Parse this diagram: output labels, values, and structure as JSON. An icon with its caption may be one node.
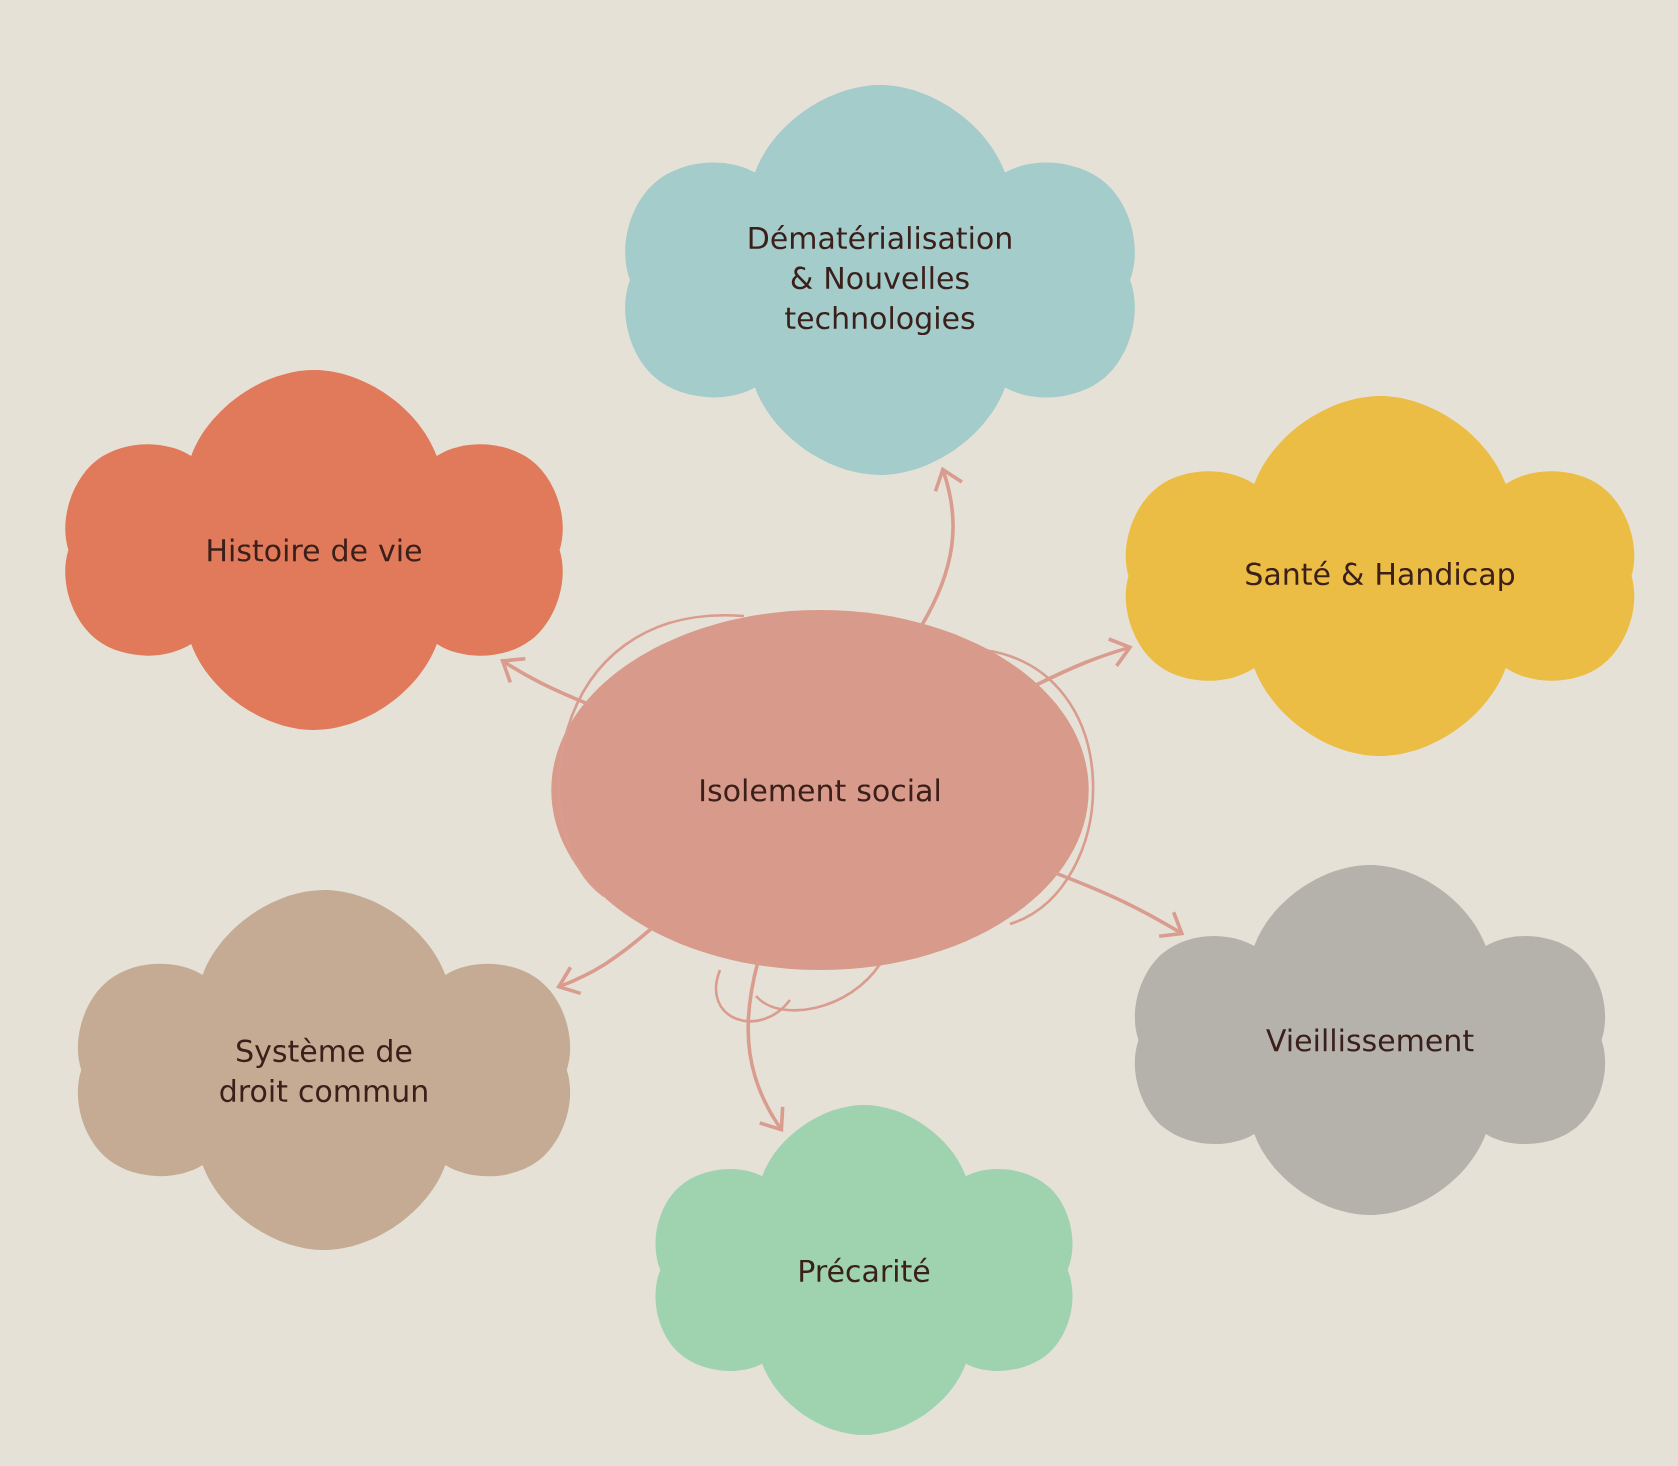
{
  "diagram": {
    "nodes": [
      {
        "text": [
          "Dématérialisation & Nouvelles technologies"
        ]
      },
      {
        "text": [
          "Histoire de vie"
        ]
      },
      {
        "text": [
          "Santé & Handicap"
        ]
      },
      {
        "text": [
          "Isolement social"
        ]
      },
      {
        "text": [
          "Système de droit commun"
        ]
      },
      {
        "text": [
          "Vieillissement"
        ]
      },
      {
        "text": [
          "Précarité"
        ]
      }
    ],
    "edges": [
      {
        "from": 3,
        "to": 0,
        "arrow": "to"
      },
      {
        "from": 3,
        "to": 2,
        "arrow": "to"
      },
      {
        "from": 3,
        "to": 1,
        "arrow": "to"
      },
      {
        "from": 3,
        "to": 4,
        "arrow": "to"
      },
      {
        "from": 3,
        "to": 6,
        "arrow": "to"
      },
      {
        "from": 3,
        "to": 5,
        "arrow": "to"
      }
    ]
  }
}
